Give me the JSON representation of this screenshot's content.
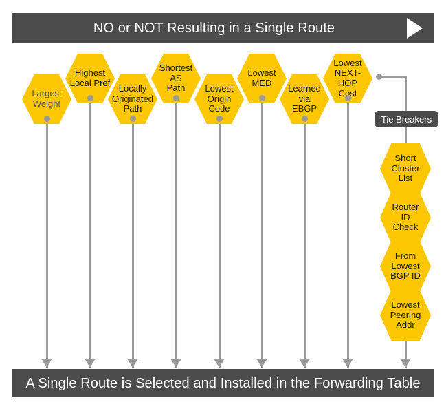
{
  "top_banner": {
    "text": "NO or NOT Resulting in a Single Route",
    "arrow_icon": "play-triangle-right-icon",
    "bg_color": "#4c4c4c",
    "text_color": "#ffffff"
  },
  "bottom_banner": {
    "text": "A Single Route is Selected and Installed in the Forwarding Table",
    "bg_color": "#4c4c4c",
    "text_color": "#ffffff"
  },
  "tie_breakers_label": {
    "text": "Tie Breakers",
    "bg_color": "#4c4c4c",
    "text_color": "#ffffff"
  },
  "theme": {
    "hex_fill": "#FDC700",
    "hex_text": "#1a1a1a",
    "hex_text_muted": "#5a5a5a",
    "connector": "#9a9a9a",
    "page_bg": "#ffffff"
  },
  "main_steps": [
    {
      "id": "largest-weight",
      "lines": [
        "Largest",
        "Weight"
      ],
      "row": "low",
      "muted": true
    },
    {
      "id": "highest-local-pref",
      "lines": [
        "Highest",
        "Local Pref"
      ],
      "row": "high",
      "muted": false
    },
    {
      "id": "locally-originated",
      "lines": [
        "Locally",
        "Originated",
        "Path"
      ],
      "row": "low",
      "muted": false
    },
    {
      "id": "shortest-as-path",
      "lines": [
        "Shortest",
        "AS",
        "Path"
      ],
      "row": "high",
      "muted": false
    },
    {
      "id": "lowest-origin-code",
      "lines": [
        "Lowest",
        "Origin",
        "Code"
      ],
      "row": "low",
      "muted": false
    },
    {
      "id": "lowest-med",
      "lines": [
        "Lowest",
        "MED"
      ],
      "row": "high",
      "muted": false
    },
    {
      "id": "learned-via-ebgp",
      "lines": [
        "Learned",
        "via",
        "EBGP"
      ],
      "row": "low",
      "muted": false
    },
    {
      "id": "lowest-next-hop-cost",
      "lines": [
        "Lowest",
        "NEXT-HOP",
        "Cost"
      ],
      "row": "high",
      "muted": false
    }
  ],
  "tie_breaker_steps": [
    {
      "id": "short-cluster-list",
      "lines": [
        "Short",
        "Cluster",
        "List"
      ]
    },
    {
      "id": "router-id-check",
      "lines": [
        "Router",
        "ID",
        "Check"
      ]
    },
    {
      "id": "from-lowest-bgp-id",
      "lines": [
        "From",
        "Lowest",
        "BGP ID"
      ]
    },
    {
      "id": "lowest-peering-addr",
      "lines": [
        "Lowest",
        "Peering",
        "Addr"
      ]
    }
  ]
}
